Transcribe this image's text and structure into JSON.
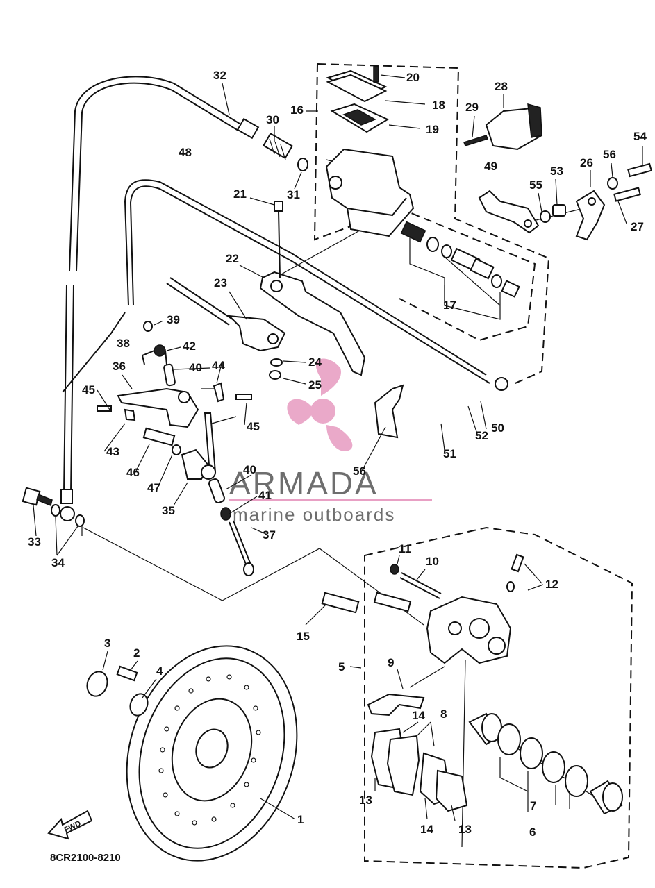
{
  "diagram": {
    "code": "8CR2100-8210",
    "fwd_label": "FWD"
  },
  "watermark": {
    "brand": "ARMADA",
    "tagline": "marine outboards",
    "accent_color": "#e8a0c4"
  },
  "callouts": [
    "1",
    "2",
    "3",
    "4",
    "5",
    "6",
    "7",
    "8",
    "9",
    "10",
    "11",
    "12",
    "13",
    "13",
    "14",
    "14",
    "15",
    "16",
    "17",
    "18",
    "19",
    "20",
    "21",
    "22",
    "23",
    "24",
    "25",
    "26",
    "27",
    "28",
    "29",
    "30",
    "31",
    "32",
    "33",
    "34",
    "35",
    "36",
    "37",
    "38",
    "39",
    "40",
    "40",
    "41",
    "42",
    "43",
    "44",
    "45",
    "45",
    "46",
    "47",
    "48",
    "49",
    "50",
    "51",
    "52",
    "53",
    "54",
    "55",
    "56",
    "56"
  ]
}
